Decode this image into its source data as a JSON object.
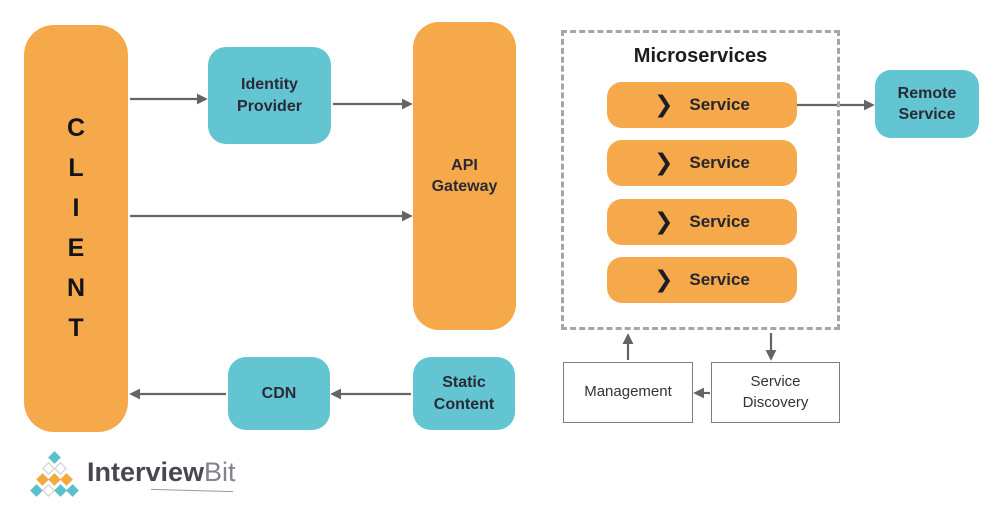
{
  "diagram": {
    "client": {
      "label": "CLIENT",
      "letters": [
        "C",
        "L",
        "I",
        "E",
        "N",
        "T"
      ]
    },
    "identity_provider": {
      "label": "Identity Provider"
    },
    "api_gateway": {
      "label": "API Gateway"
    },
    "cdn": {
      "label": "CDN"
    },
    "static_content": {
      "label": "Static Content"
    },
    "microservices": {
      "title": "Microservices",
      "chevron_icon": "❯",
      "services": [
        "Service",
        "Service",
        "Service",
        "Service"
      ]
    },
    "remote_service": {
      "label": "Remote Service"
    },
    "management": {
      "label": "Management"
    },
    "service_discovery": {
      "label": "Service Discovery"
    }
  },
  "logo": {
    "text_primary": "Interview",
    "text_secondary": "Bit",
    "diamond_rows": [
      [
        "teal"
      ],
      [
        "white",
        "white"
      ],
      [
        "orange",
        "orange",
        "orange"
      ],
      [
        "teal",
        "white",
        "teal",
        "teal"
      ]
    ]
  },
  "colors": {
    "box_orange": "#F6A94B",
    "box_teal": "#63C5D1",
    "arrow_gray": "#646464",
    "dashed_border": "#A6A6A6",
    "label_dark": "#2A2A36",
    "plain_box_border": "#7E7E7E",
    "logo_teal": "#5BBFCE",
    "logo_orange": "#F3A93F"
  }
}
